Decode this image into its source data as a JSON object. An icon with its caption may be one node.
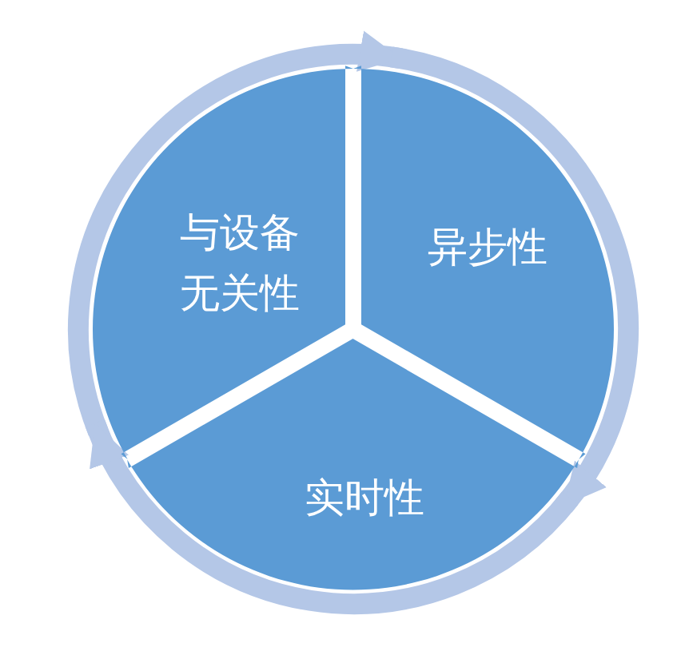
{
  "diagram": {
    "nodes": [
      {
        "text": [
          "与设备无关性"
        ]
      },
      {
        "text": [
          "异步性"
        ]
      },
      {
        "text": [
          "实时性"
        ]
      }
    ],
    "edges": [
      {
        "from": 0,
        "to": 1,
        "arrow": "to"
      },
      {
        "from": 1,
        "to": 2,
        "arrow": "to"
      },
      {
        "from": 2,
        "to": 0,
        "arrow": "to"
      }
    ]
  }
}
